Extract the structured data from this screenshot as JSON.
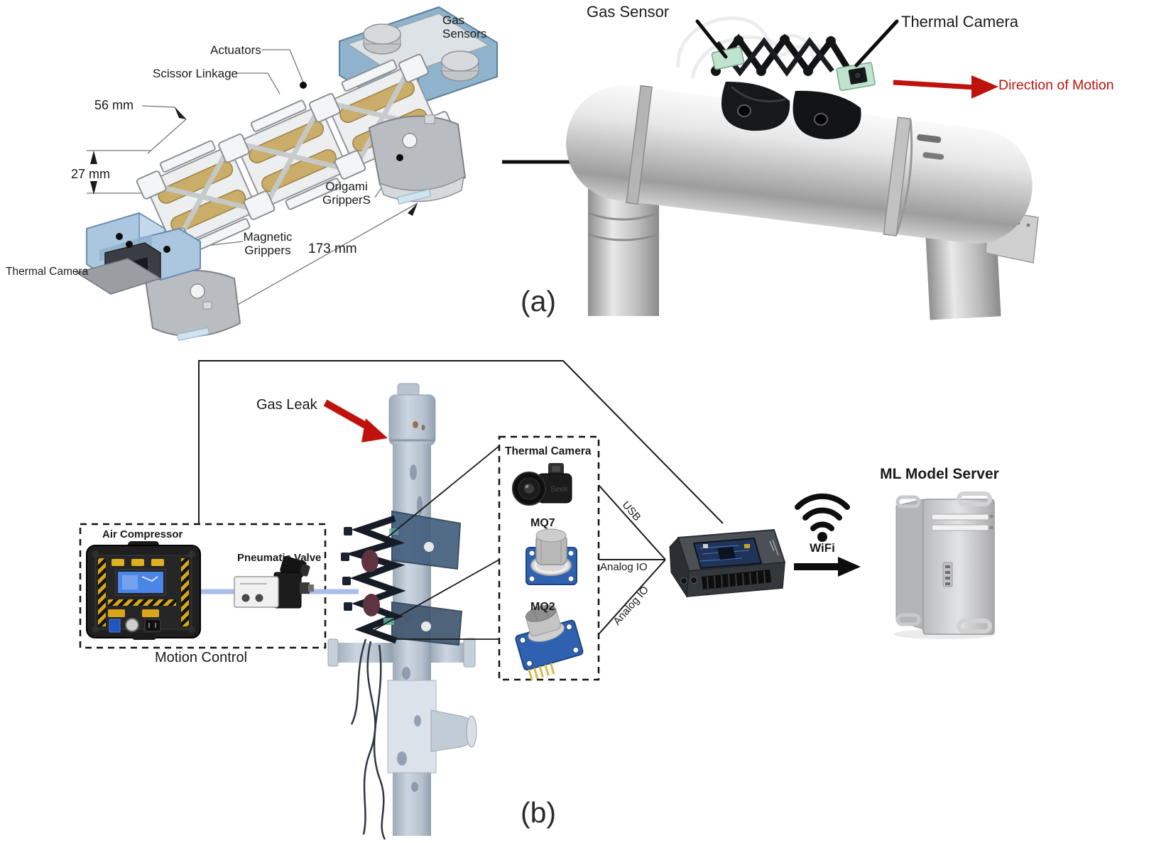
{
  "figure": {
    "panel_a_label": "(a)",
    "panel_b_label": "(b)"
  },
  "panel_a": {
    "cad": {
      "gas_sensors": "Gas Sensors",
      "actuators": "Actuators",
      "scissor_linkage": "Scissor Linkage",
      "dim_width": "56 mm",
      "dim_height": "27 mm",
      "dim_length": "173 mm",
      "origami_grippers": "Origami GripperS",
      "magnetic_grippers": "Magnetic Grippers",
      "thermal_camera": "Thermal Camera"
    },
    "photo": {
      "gas_sensor_label": "Gas Sensor",
      "thermal_camera_label": "Thermal Camera",
      "direction_of_motion_label": "Direction of Motion"
    }
  },
  "panel_b": {
    "gas_leak_label": "Gas Leak",
    "motion_control": {
      "title": "Motion Control",
      "air_compressor_label": "Air Compressor",
      "pneumatic_valve_label": "Pneumatic Valve"
    },
    "sensor_box": {
      "thermal_camera_label": "Thermal Camera",
      "seek_brand": "Seek",
      "mq7_label": "MQ7",
      "mq2_label": "MQ2"
    },
    "connections": {
      "usb_label": "USB",
      "analog_io_top_label": "Analog IO",
      "analog_io_bottom_label": "Analog IO",
      "wifi_label": "WiFi"
    },
    "ml_model_server_label": "ML Model Server"
  },
  "colors": {
    "accent_red": "#c0120c",
    "pneumatic_line_blue": "#a9bdec",
    "pcb_blue": "#2e62b0",
    "sensor_mint": "#bfe3cf",
    "cad_tray_blue": "#8fb3cc",
    "line_black": "#1a1a1a"
  }
}
